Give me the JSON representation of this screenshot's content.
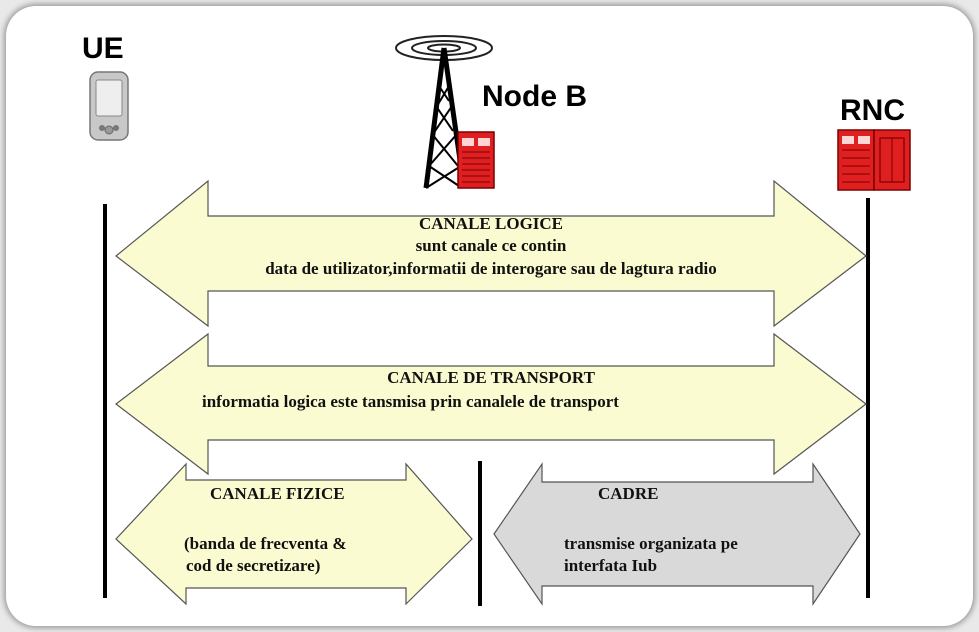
{
  "nodes": {
    "ue": "UE",
    "node_b": "Node B",
    "rnc": "RNC"
  },
  "logical": {
    "title": "CANALE LOGICE",
    "line1": "sunt canale ce contin",
    "line2": "data de utilizator,informatii de interogare sau de lagtura radio"
  },
  "transport": {
    "title": "CANALE DE TRANSPORT",
    "line1": "informatia logica este tansmisa prin canalele de transport"
  },
  "physical": {
    "title": "CANALE FIZICE",
    "line1": "(banda de frecventa &",
    "line2": "cod de secretizare)"
  },
  "frames": {
    "title": "CADRE",
    "line1": "transmise organizata pe",
    "line2": "interfata Iub"
  },
  "colors": {
    "arrow_fill": "#fbfbd2",
    "arrow_fill_grey": "#d9d9d9",
    "equipment_red": "#e02020"
  }
}
